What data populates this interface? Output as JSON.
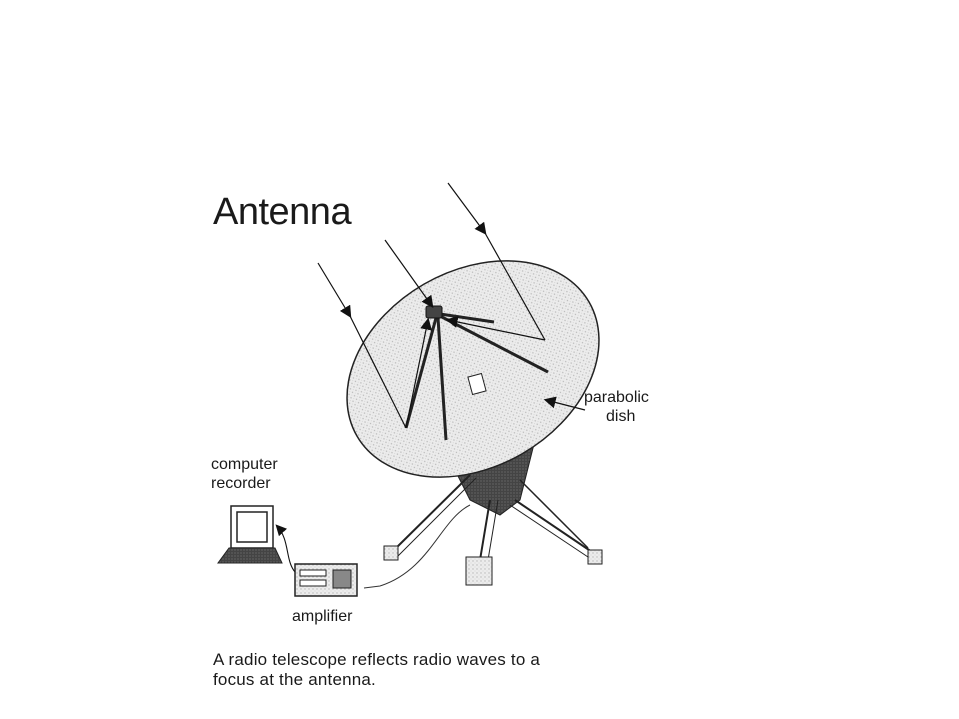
{
  "diagram": {
    "title": "Antenna",
    "dish_label": [
      "parabolic",
      "dish"
    ],
    "computer_label": [
      "computer",
      "recorder"
    ],
    "amplifier_label": "amplifier",
    "caption": [
      "A radio telescope reflects radio waves to a",
      "focus at the antenna."
    ]
  }
}
